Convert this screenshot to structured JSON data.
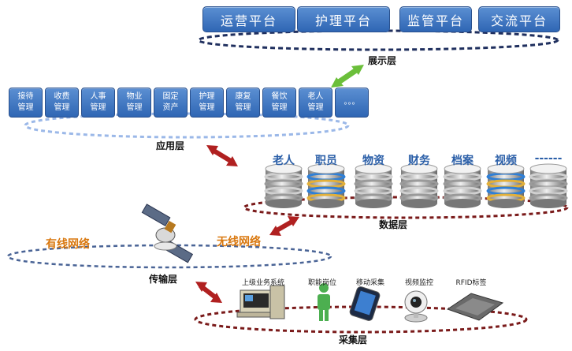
{
  "display_layer": {
    "label": "展示层",
    "platforms": [
      "运营平台",
      "护理平台",
      "监管平台",
      "交流平台"
    ]
  },
  "application_layer": {
    "label": "应用层",
    "modules": [
      {
        "line1": "接待",
        "line2": "管理"
      },
      {
        "line1": "收费",
        "line2": "管理"
      },
      {
        "line1": "人事",
        "line2": "管理"
      },
      {
        "line1": "物业",
        "line2": "管理"
      },
      {
        "line1": "固定",
        "line2": "资产"
      },
      {
        "line1": "护理",
        "line2": "管理"
      },
      {
        "line1": "康复",
        "line2": "管理"
      },
      {
        "line1": "餐饮",
        "line2": "管理"
      },
      {
        "line1": "老人",
        "line2": "管理"
      },
      {
        "line1": "。。。",
        "line2": ""
      }
    ]
  },
  "data_layer": {
    "label": "数据层",
    "stores": [
      "老人",
      "职员",
      "物资",
      "财务",
      "档案",
      "视频",
      "------"
    ]
  },
  "transport_layer": {
    "label": "传输层",
    "wired": "有线网络",
    "wireless": "无线网络"
  },
  "collection_layer": {
    "label": "采集层",
    "devices": [
      "上级业务系统",
      "职能岗位",
      "移动采集",
      "视频监控",
      "RFID标签"
    ]
  },
  "colors": {
    "button_blue": "#3a70bd",
    "ring_navy": "#1f2f5e",
    "ring_red": "#7a1a1a",
    "ring_light": "#9bb8e8",
    "arrow_green": "#6bbf3a",
    "arrow_red": "#b02020",
    "network_orange": "#d9780f"
  }
}
